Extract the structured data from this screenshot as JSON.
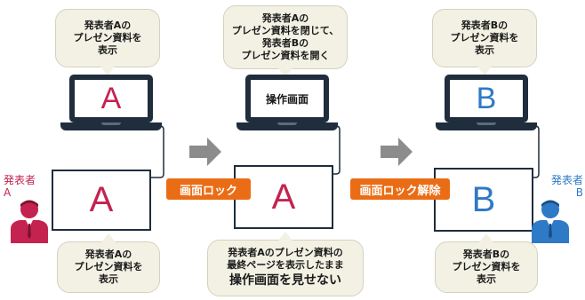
{
  "colors": {
    "presenter_a": "#c4234f",
    "presenter_b": "#2e7ac6",
    "accent_orange": "#ea6d16",
    "bubble_bg": "#f2f1e4",
    "device_dark": "#1f2d3d",
    "arrow_gray": "#8c8c8c"
  },
  "left": {
    "top_bubble": {
      "line1": "発表者Aの",
      "line2": "プレゼン資料を",
      "line3": "表示"
    },
    "laptop_letter": "A",
    "screen_letter": "A",
    "bottom_bubble": {
      "line1": "発表者Aの",
      "line2": "プレゼン資料を",
      "line3": "表示"
    },
    "presenter": {
      "line1": "発表者",
      "line2": "A",
      "icon": "presenter-person-icon"
    }
  },
  "middle": {
    "top_bubble": {
      "line1": "発表者Aの",
      "line2": "プレゼン資料を閉じて、",
      "line3": "発表者Bの",
      "line4": "プレゼン資料を開く"
    },
    "laptop_text": "操作画面",
    "screen_letter": "A",
    "bottom_bubble": {
      "line1": "発表者Aのプレゼン資料の",
      "line2": "最終ページを表示したまま",
      "line3": "操作画面を見せない"
    }
  },
  "right": {
    "top_bubble": {
      "line1": "発表者Bの",
      "line2": "プレゼン資料を",
      "line3": "表示"
    },
    "laptop_letter": "B",
    "screen_letter": "B",
    "bottom_bubble": {
      "line1": "発表者Bの",
      "line2": "プレゼン資料を",
      "line3": "表示"
    },
    "presenter": {
      "line1": "発表者",
      "line2": "B",
      "icon": "presenter-person-icon"
    }
  },
  "labels": {
    "screen_lock": "画面ロック",
    "screen_unlock": "画面ロック解除"
  },
  "arrows": {
    "icon": "right-arrow-icon"
  }
}
